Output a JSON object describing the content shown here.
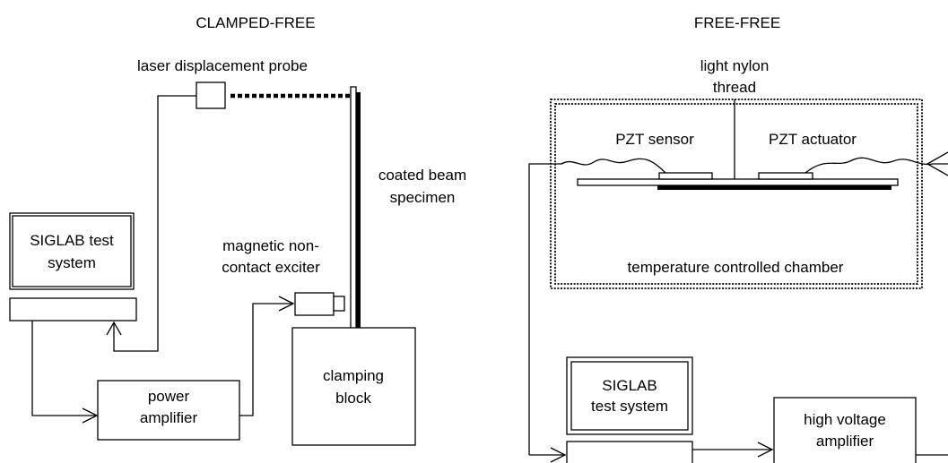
{
  "left_panel": {
    "title": "CLAMPED-FREE",
    "labels": {
      "laser_probe": "laser displacement probe",
      "beam_line1": "coated beam",
      "beam_line2": "specimen",
      "exciter_line1": "magnetic non-",
      "exciter_line2": "contact exciter",
      "siglab_line1": "SIGLAB test",
      "siglab_line2": "system",
      "amp_line1": "power",
      "amp_line2": "amplifier",
      "block_line1": "clamping",
      "block_line2": "block"
    }
  },
  "right_panel": {
    "title": "FREE-FREE",
    "labels": {
      "thread_line1": "light nylon",
      "thread_line2": "thread",
      "pzt_sensor": "PZT sensor",
      "pzt_actuator": "PZT actuator",
      "chamber": "temperature controlled chamber",
      "siglab_line1": "SIGLAB",
      "siglab_line2": "test system",
      "hv_line1": "high voltage",
      "hv_line2": "amplifier"
    }
  }
}
